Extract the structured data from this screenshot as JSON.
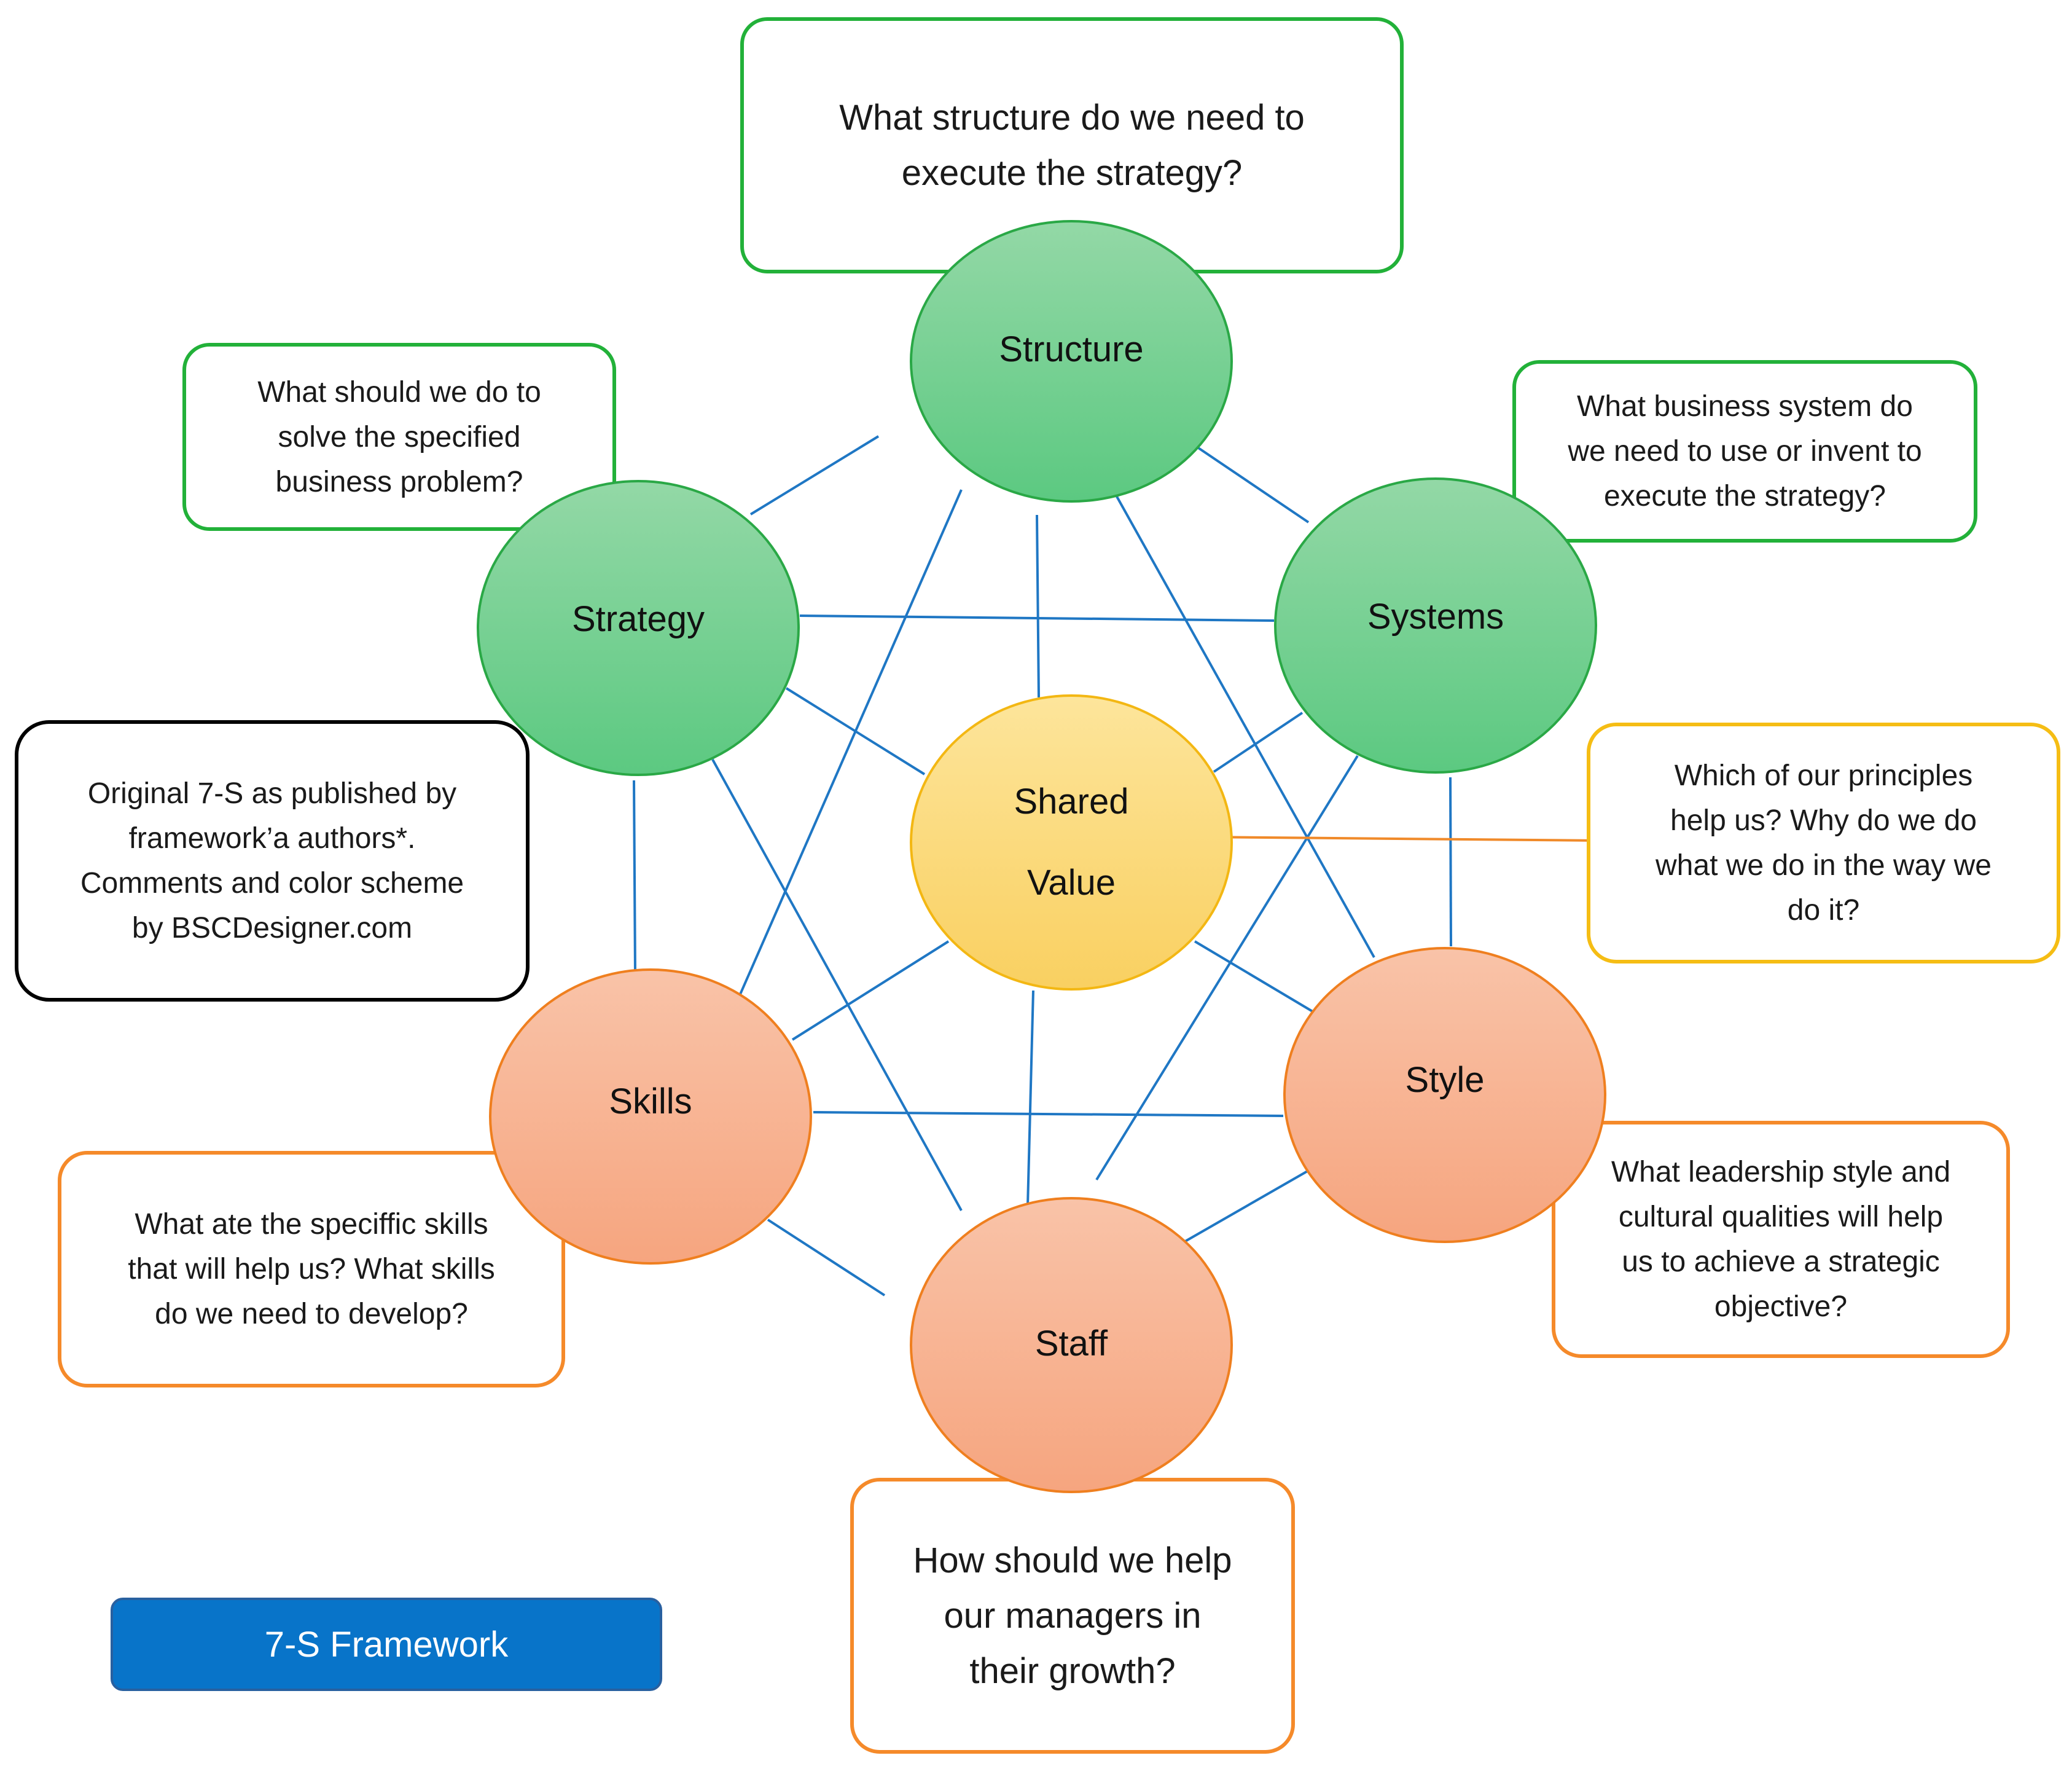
{
  "diagram": {
    "nodes": {
      "structure": "Structure",
      "strategy": "Strategy",
      "systems": "Systems",
      "shared_value": "Shared\nValue",
      "skills": "Skills",
      "style": "Style",
      "staff": "Staff"
    },
    "questions": {
      "structure": "What structure do we need to\nexecute the strategy?",
      "strategy": "What should we do to\nsolve the specified\nbusiness problem?",
      "systems": "What business system do\nwe need to use or invent to\nexecute the strategy?",
      "shared_value": "Which of our principles\nhelp us? Why do we do\nwhat we do in the way we\ndo it?",
      "skills": "What ate the speciffic skills\nthat will help us? What skills\ndo we need to develop?",
      "style": "What leadership style and\ncultural qualities will help\nus to achieve a strategic\nobjective?",
      "staff": "How should we help\nour managers in\ntheir growth?"
    },
    "note": "Original 7-S as published by\nframework’a authors*.\nComments and color scheme\nby BSCDesigner.com",
    "label": "7-S Framework",
    "colors": {
      "hard_s": "#5cc981",
      "soft_s": "#f6a57f",
      "shared_value": "#f9d061",
      "connector": "#1f77c4",
      "shared_value_connector": "#f08a2a",
      "label_bg": "#0874c9"
    }
  }
}
